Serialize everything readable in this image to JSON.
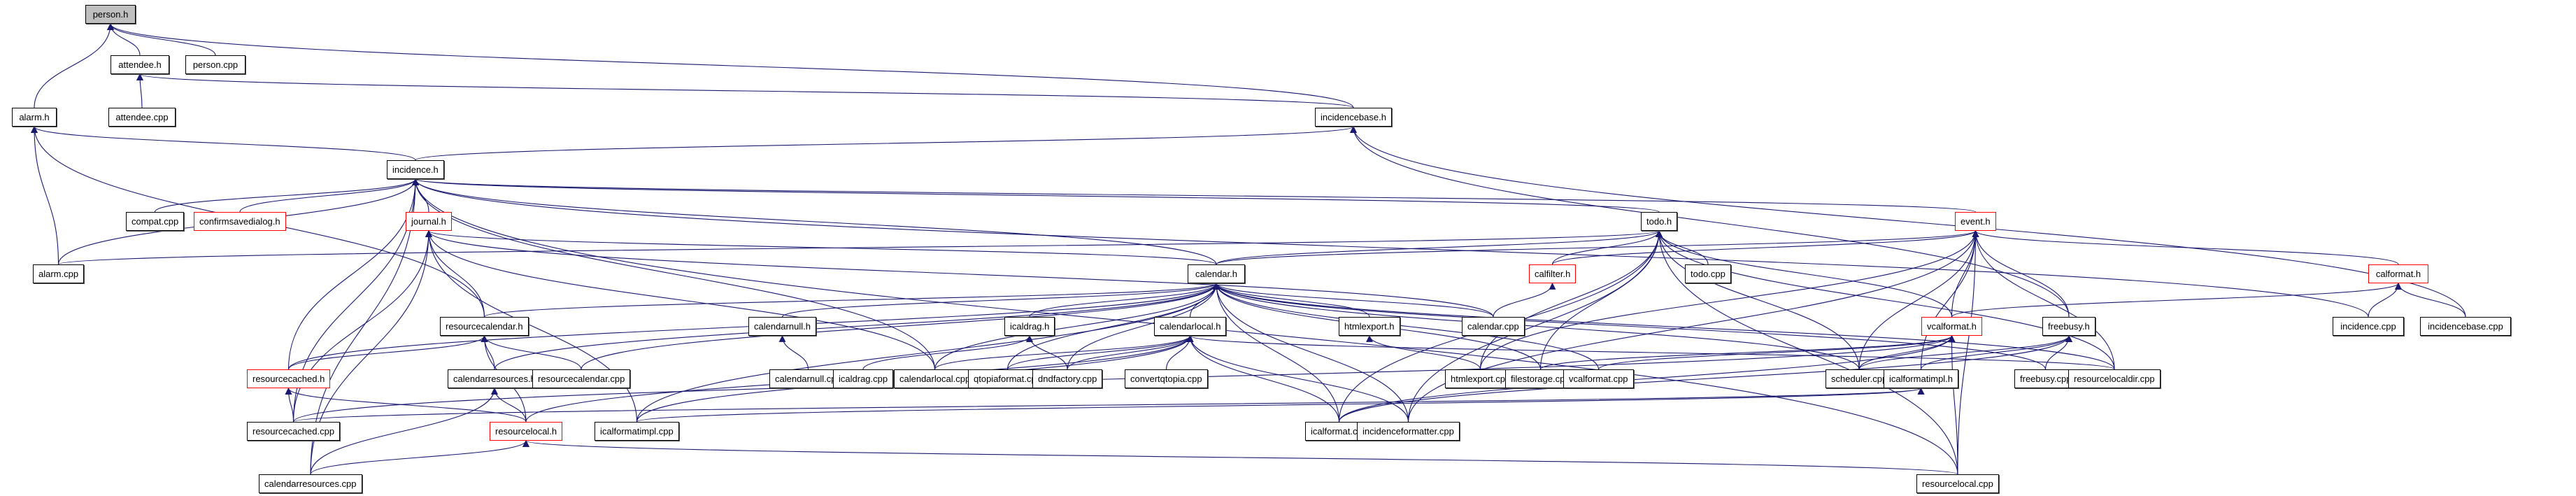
{
  "graph": {
    "title": "person.h include dependency graph (included by)",
    "edge_color": "#191970",
    "truncated_border_color": "#ff0000",
    "root_fill": "#bfbfbf",
    "nodes": [
      {
        "id": "person_h",
        "label": "person.h",
        "root": true
      },
      {
        "id": "attendee_h",
        "label": "attendee.h"
      },
      {
        "id": "person_cpp",
        "label": "person.cpp"
      },
      {
        "id": "attendee_cpp",
        "label": "attendee.cpp"
      },
      {
        "id": "alarm_h",
        "label": "alarm.h"
      },
      {
        "id": "incidencebase_h",
        "label": "incidencebase.h"
      },
      {
        "id": "incidence_h",
        "label": "incidence.h"
      },
      {
        "id": "compat_cpp",
        "label": "compat.cpp"
      },
      {
        "id": "confirmsavedialog_h",
        "label": "confirmsavedialog.h",
        "truncated": true
      },
      {
        "id": "journal_h",
        "label": "journal.h",
        "truncated": true
      },
      {
        "id": "todo_h",
        "label": "todo.h"
      },
      {
        "id": "event_h",
        "label": "event.h",
        "truncated": true
      },
      {
        "id": "alarm_cpp",
        "label": "alarm.cpp"
      },
      {
        "id": "calendar_h",
        "label": "calendar.h"
      },
      {
        "id": "calfilter_h",
        "label": "calfilter.h",
        "truncated": true
      },
      {
        "id": "todo_cpp",
        "label": "todo.cpp"
      },
      {
        "id": "calformat_h",
        "label": "calformat.h",
        "truncated": true
      },
      {
        "id": "resourcecalendar_h",
        "label": "resourcecalendar.h"
      },
      {
        "id": "calendarnull_h",
        "label": "calendarnull.h"
      },
      {
        "id": "icaldrag_h",
        "label": "icaldrag.h"
      },
      {
        "id": "calendarlocal_h",
        "label": "calendarlocal.h"
      },
      {
        "id": "htmlexport_h",
        "label": "htmlexport.h"
      },
      {
        "id": "calendar_cpp",
        "label": "calendar.cpp"
      },
      {
        "id": "vcalformat_h",
        "label": "vcalformat.h",
        "truncated": true
      },
      {
        "id": "freebusy_h",
        "label": "freebusy.h"
      },
      {
        "id": "incidence_cpp",
        "label": "incidence.cpp"
      },
      {
        "id": "incidencebase_cpp",
        "label": "incidencebase.cpp"
      },
      {
        "id": "resourcecached_h",
        "label": "resourcecached.h",
        "truncated": true
      },
      {
        "id": "calendarresources_h",
        "label": "calendarresources.h"
      },
      {
        "id": "resourcecalendar_cpp",
        "label": "resourcecalendar.cpp"
      },
      {
        "id": "calendarnull_cpp",
        "label": "calendarnull.cpp"
      },
      {
        "id": "icaldrag_cpp",
        "label": "icaldrag.cpp"
      },
      {
        "id": "calendarlocal_cpp",
        "label": "calendarlocal.cpp"
      },
      {
        "id": "qtopiaformat_cpp",
        "label": "qtopiaformat.cpp"
      },
      {
        "id": "dndfactory_cpp",
        "label": "dndfactory.cpp"
      },
      {
        "id": "convertqtopia_cpp",
        "label": "convertqtopia.cpp"
      },
      {
        "id": "htmlexport_cpp",
        "label": "htmlexport.cpp"
      },
      {
        "id": "filestorage_cpp",
        "label": "filestorage.cpp"
      },
      {
        "id": "vcalformat_cpp",
        "label": "vcalformat.cpp"
      },
      {
        "id": "scheduler_cpp",
        "label": "scheduler.cpp"
      },
      {
        "id": "icalformatimpl_h",
        "label": "icalformatimpl.h"
      },
      {
        "id": "freebusy_cpp",
        "label": "freebusy.cpp"
      },
      {
        "id": "resourcelocaldir_cpp",
        "label": "resourcelocaldir.cpp"
      },
      {
        "id": "resourcecached_cpp",
        "label": "resourcecached.cpp"
      },
      {
        "id": "resourcelocal_h",
        "label": "resourcelocal.h",
        "truncated": true
      },
      {
        "id": "icalformatimpl_cpp",
        "label": "icalformatimpl.cpp"
      },
      {
        "id": "icalformat_cpp",
        "label": "icalformat.cpp"
      },
      {
        "id": "incidenceformatter_cpp",
        "label": "incidenceformatter.cpp"
      },
      {
        "id": "calendarresources_cpp",
        "label": "calendarresources.cpp"
      },
      {
        "id": "resourcelocal_cpp",
        "label": "resourcelocal.cpp"
      }
    ],
    "edges": [
      [
        "attendee_h",
        "person_h"
      ],
      [
        "person_cpp",
        "person_h"
      ],
      [
        "alarm_h",
        "person_h"
      ],
      [
        "incidencebase_h",
        "person_h"
      ],
      [
        "attendee_cpp",
        "attendee_h"
      ],
      [
        "incidencebase_h",
        "attendee_h"
      ],
      [
        "incidence_h",
        "alarm_h"
      ],
      [
        "alarm_cpp",
        "alarm_h"
      ],
      [
        "resourcecalendar_h",
        "alarm_h"
      ],
      [
        "incidence_h",
        "incidencebase_h"
      ],
      [
        "freebusy_h",
        "incidencebase_h"
      ],
      [
        "incidencebase_cpp",
        "incidencebase_h"
      ],
      [
        "compat_cpp",
        "incidence_h"
      ],
      [
        "confirmsavedialog_h",
        "incidence_h"
      ],
      [
        "journal_h",
        "incidence_h"
      ],
      [
        "todo_h",
        "incidence_h"
      ],
      [
        "event_h",
        "incidence_h"
      ],
      [
        "alarm_cpp",
        "incidence_h"
      ],
      [
        "incidence_cpp",
        "incidence_h"
      ],
      [
        "calendarlocal_cpp",
        "incidence_h"
      ],
      [
        "resourcecached_h",
        "incidence_h"
      ],
      [
        "resourcecached_cpp",
        "incidence_h"
      ],
      [
        "calendarresources_cpp",
        "incidence_h"
      ],
      [
        "resourcelocal_cpp",
        "incidence_h"
      ],
      [
        "calendar_h",
        "incidence_h"
      ],
      [
        "calendar_h",
        "journal_h"
      ],
      [
        "resourcecalendar_h",
        "journal_h"
      ],
      [
        "calendarresources_cpp",
        "journal_h"
      ],
      [
        "icalformatimpl_cpp",
        "journal_h"
      ],
      [
        "resourcecached_cpp",
        "journal_h"
      ],
      [
        "calendarlocal_cpp",
        "journal_h"
      ],
      [
        "calendar_cpp",
        "journal_h"
      ],
      [
        "calendar_h",
        "todo_h"
      ],
      [
        "calfilter_h",
        "todo_h"
      ],
      [
        "todo_cpp",
        "todo_h"
      ],
      [
        "vcalformat_h",
        "todo_h"
      ],
      [
        "htmlexport_cpp",
        "todo_h"
      ],
      [
        "filestorage_cpp",
        "todo_h"
      ],
      [
        "scheduler_cpp",
        "todo_h"
      ],
      [
        "icalformat_cpp",
        "todo_h"
      ],
      [
        "incidenceformatter_cpp",
        "todo_h"
      ],
      [
        "resourcelocal_cpp",
        "todo_h"
      ],
      [
        "resourcelocaldir_cpp",
        "todo_h"
      ],
      [
        "alarm_cpp",
        "todo_h"
      ],
      [
        "calendar_h",
        "event_h"
      ],
      [
        "calfilter_h",
        "event_h"
      ],
      [
        "vcalformat_h",
        "event_h"
      ],
      [
        "freebusy_h",
        "event_h"
      ],
      [
        "calformat_h",
        "event_h"
      ],
      [
        "scheduler_cpp",
        "event_h"
      ],
      [
        "icalformatimpl_h",
        "event_h"
      ],
      [
        "resourcelocal_cpp",
        "event_h"
      ],
      [
        "resourcelocaldir_cpp",
        "event_h"
      ],
      [
        "incidenceformatter_cpp",
        "event_h"
      ],
      [
        "htmlexport_cpp",
        "event_h"
      ],
      [
        "calendar_cpp",
        "calfilter_h"
      ],
      [
        "incidence_cpp",
        "calformat_h"
      ],
      [
        "incidencebase_cpp",
        "calformat_h"
      ],
      [
        "vcalformat_h",
        "calformat_h"
      ],
      [
        "resourcecalendar_h",
        "calendar_h"
      ],
      [
        "calendarnull_h",
        "calendar_h"
      ],
      [
        "icaldrag_h",
        "calendar_h"
      ],
      [
        "calendarlocal_h",
        "calendar_h"
      ],
      [
        "htmlexport_h",
        "calendar_h"
      ],
      [
        "calendar_cpp",
        "calendar_h"
      ],
      [
        "calendarresources_h",
        "calendar_h"
      ],
      [
        "resourcecalendar_cpp",
        "calendar_h"
      ],
      [
        "calendarlocal_cpp",
        "calendar_h"
      ],
      [
        "qtopiaformat_cpp",
        "calendar_h"
      ],
      [
        "dndfactory_cpp",
        "calendar_h"
      ],
      [
        "filestorage_cpp",
        "calendar_h"
      ],
      [
        "vcalformat_cpp",
        "calendar_h"
      ],
      [
        "scheduler_cpp",
        "calendar_h"
      ],
      [
        "icalformat_cpp",
        "calendar_h"
      ],
      [
        "incidenceformatter_cpp",
        "calendar_h"
      ],
      [
        "resourcecached_h",
        "calendar_h"
      ],
      [
        "icalformatimpl_cpp",
        "calendar_h"
      ],
      [
        "freebusy_cpp",
        "calendar_h"
      ],
      [
        "resourcelocaldir_cpp",
        "calendar_h"
      ],
      [
        "resourcecached_h",
        "resourcecalendar_h"
      ],
      [
        "calendarresources_h",
        "resourcecalendar_h"
      ],
      [
        "resourcecalendar_cpp",
        "resourcecalendar_h"
      ],
      [
        "resourcelocal_h",
        "resourcecalendar_h"
      ],
      [
        "calendarnull_cpp",
        "calendarnull_h"
      ],
      [
        "icaldrag_cpp",
        "icaldrag_h"
      ],
      [
        "dndfactory_cpp",
        "icaldrag_h"
      ],
      [
        "calendarlocal_cpp",
        "calendarlocal_h"
      ],
      [
        "qtopiaformat_cpp",
        "calendarlocal_h"
      ],
      [
        "dndfactory_cpp",
        "calendarlocal_h"
      ],
      [
        "convertqtopia_cpp",
        "calendarlocal_h"
      ],
      [
        "icalformat_cpp",
        "calendarlocal_h"
      ],
      [
        "resourcelocal_h",
        "calendarlocal_h"
      ],
      [
        "icalformatimpl_cpp",
        "calendarlocal_h"
      ],
      [
        "resourcelocaldir_cpp",
        "calendarlocal_h"
      ],
      [
        "incidenceformatter_cpp",
        "calendarlocal_h"
      ],
      [
        "htmlexport_cpp",
        "htmlexport_h"
      ],
      [
        "vcalformat_cpp",
        "vcalformat_h"
      ],
      [
        "icalformat_cpp",
        "vcalformat_h"
      ],
      [
        "resourcelocal_cpp",
        "vcalformat_h"
      ],
      [
        "filestorage_cpp",
        "vcalformat_h"
      ],
      [
        "resourcecached_cpp",
        "vcalformat_h"
      ],
      [
        "scheduler_cpp",
        "vcalformat_h"
      ],
      [
        "freebusy_cpp",
        "freebusy_h"
      ],
      [
        "scheduler_cpp",
        "freebusy_h"
      ],
      [
        "icalformatimpl_h",
        "freebusy_h"
      ],
      [
        "icalformat_cpp",
        "freebusy_h"
      ],
      [
        "resourcecached_cpp",
        "resourcecached_h"
      ],
      [
        "resourcelocal_h",
        "resourcecached_h"
      ],
      [
        "calendarresources_cpp",
        "calendarresources_h"
      ],
      [
        "resourcelocal_h",
        "calendarresources_h"
      ],
      [
        "resourcecached_cpp",
        "icalformatimpl_h"
      ],
      [
        "icalformatimpl_cpp",
        "icalformatimpl_h"
      ],
      [
        "calendarresources_cpp",
        "resourcelocal_h"
      ],
      [
        "resourcelocal_cpp",
        "resourcelocal_h"
      ]
    ]
  }
}
